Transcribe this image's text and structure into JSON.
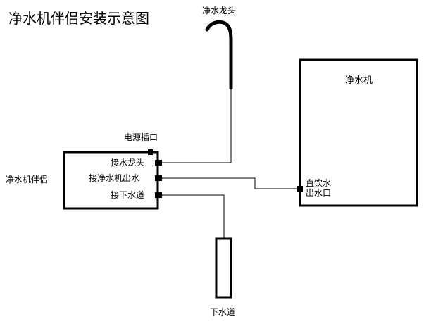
{
  "title": "净水机伴侣安装示意图",
  "faucet": {
    "label": "净水龙头"
  },
  "purifier": {
    "label": "净水机",
    "outlet_label_line1": "直饮水",
    "outlet_label_line2": "出水口"
  },
  "companion": {
    "label": "净水机伴侣",
    "power_label": "电源插口",
    "port_faucet": "接水龙头",
    "port_purifier_out": "接净水机出水",
    "port_drain": "接下水道"
  },
  "drain": {
    "label": "下水道"
  }
}
